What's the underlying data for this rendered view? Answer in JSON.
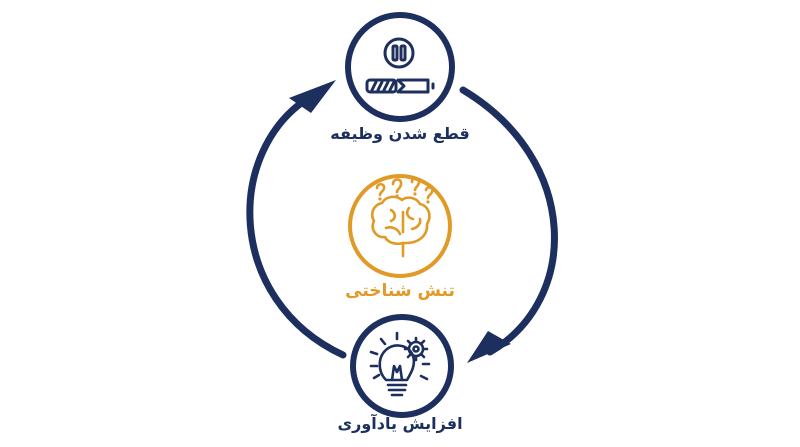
{
  "colors": {
    "navy": "#1c2f5e",
    "gold": "#e09a25",
    "background": "#ffffff"
  },
  "nodes": {
    "top": {
      "label": "قطع شدن وظیفه",
      "icon": "pause-battery-icon"
    },
    "center": {
      "label": "تنش شناختی",
      "icon": "confused-brain-icon"
    },
    "bottom": {
      "label": "افزایش یادآوری",
      "icon": "lightbulb-gear-icon"
    }
  },
  "cycle": {
    "direction": "clockwise",
    "arrows": [
      "top-to-bottom",
      "bottom-to-top"
    ]
  }
}
